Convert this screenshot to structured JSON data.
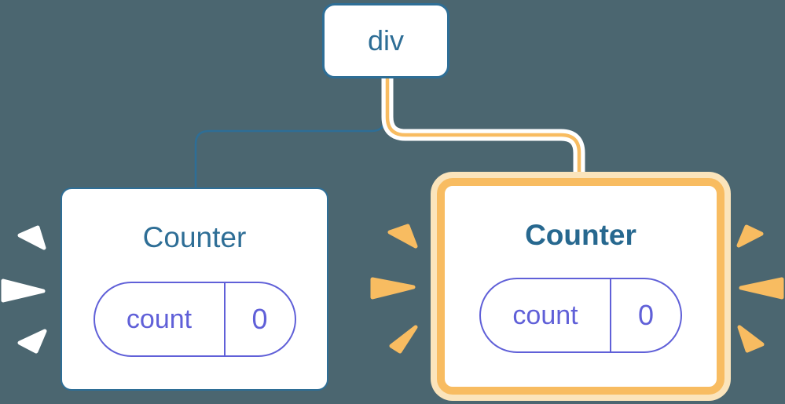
{
  "diagram": {
    "description": "React render tree: a div root with two Counter children; the right Counter is highlighted as re-rendered/new",
    "root": {
      "label": "div"
    },
    "children": [
      {
        "label": "Counter",
        "highlighted": false,
        "state": {
          "key": "count",
          "value": "0"
        }
      },
      {
        "label": "Counter",
        "highlighted": true,
        "state": {
          "key": "count",
          "value": "0"
        }
      }
    ]
  },
  "colors": {
    "background": "#4B6670",
    "node_blue": "#2E6E96",
    "state_purple": "#6060D8",
    "highlight_orange": "#F8BC61",
    "highlight_pale": "#FBE4BB",
    "burst_white": "#FFFFFF",
    "card_background": "#FFFFFF"
  }
}
